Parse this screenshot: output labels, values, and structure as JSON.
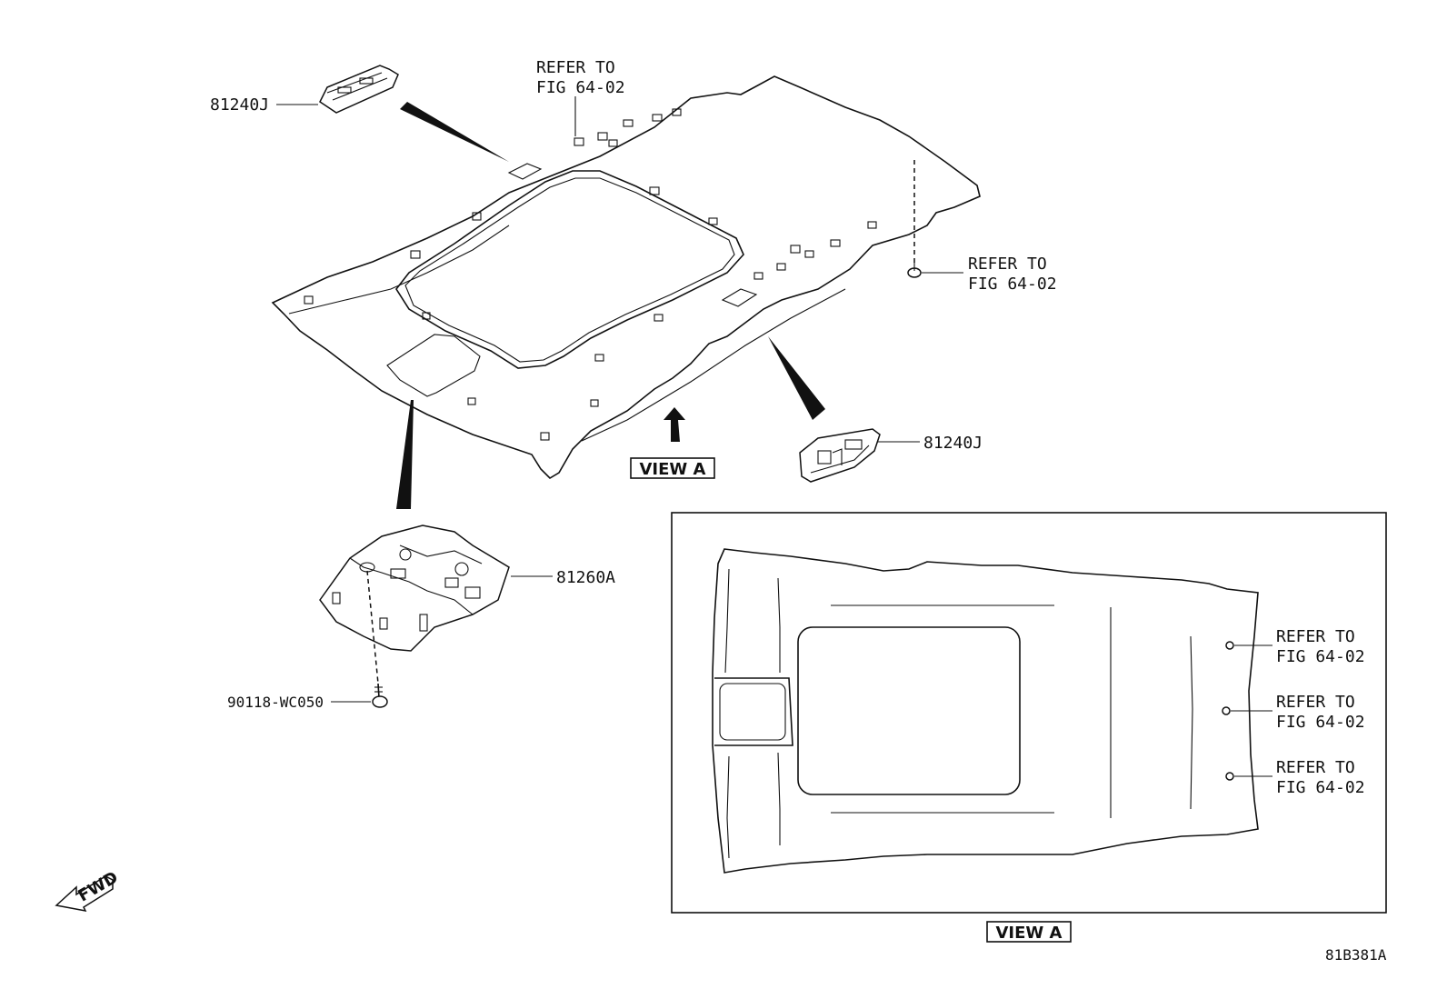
{
  "labels": {
    "map_lamp_top": "81240J",
    "map_lamp_right": "81240J",
    "console_box": "81260A",
    "screw": "90118-WC050",
    "refer_top_1": "REFER TO",
    "refer_top_2": "FIG 64-02",
    "refer_right_1": "REFER TO",
    "refer_right_2": "FIG 64-02",
    "view_a_arrow": "VIEW A",
    "view_a_caption": "VIEW A",
    "fwd": "FWD",
    "figure_code": "81B381A"
  },
  "view_a_refs": [
    {
      "line1": "REFER TO",
      "line2": "FIG 64-02"
    },
    {
      "line1": "REFER TO",
      "line2": "FIG 64-02"
    },
    {
      "line1": "REFER TO",
      "line2": "FIG 64-02"
    }
  ]
}
